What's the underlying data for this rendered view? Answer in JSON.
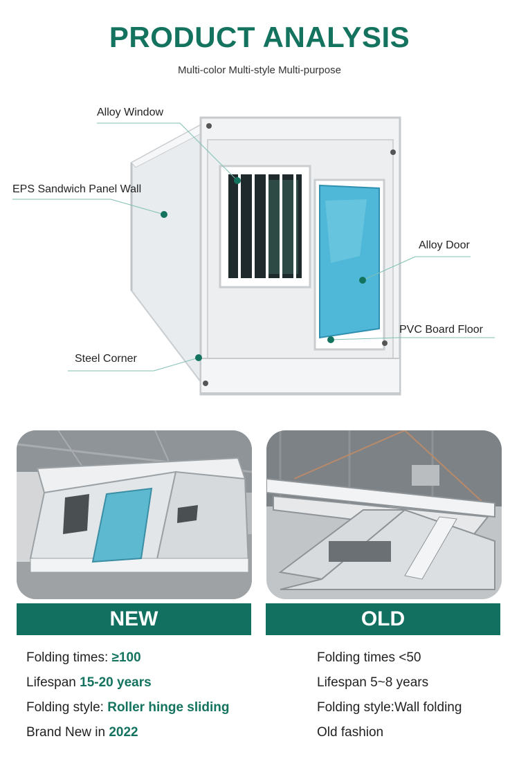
{
  "header": {
    "title": "PRODUCT ANALYSIS",
    "subtitle": "Multi-color Multi-style Multi-purpose"
  },
  "callouts": {
    "alloy_window": "Alloy Window",
    "eps_wall": "EPS Sandwich Panel Wall",
    "alloy_door": "Alloy Door",
    "pvc_floor": "PVC Board Floor",
    "steel_corner": "Steel Corner"
  },
  "comparison": {
    "new": {
      "label": "NEW",
      "specs": [
        {
          "prefix": "Folding times: ",
          "value": "≥100"
        },
        {
          "prefix": "Lifespan ",
          "value": "15-20 years"
        },
        {
          "prefix": "Folding style: ",
          "value": "Roller hinge sliding"
        },
        {
          "prefix": "Brand New in ",
          "value": "2022"
        }
      ]
    },
    "old": {
      "label": "OLD",
      "specs": [
        "Folding times <50",
        "Lifespan 5~8 years",
        "Folding style:Wall folding",
        "Old fashion"
      ]
    }
  },
  "colors": {
    "accent": "#14735f",
    "band": "#11705f",
    "door_blue": "#4fb8d8"
  }
}
